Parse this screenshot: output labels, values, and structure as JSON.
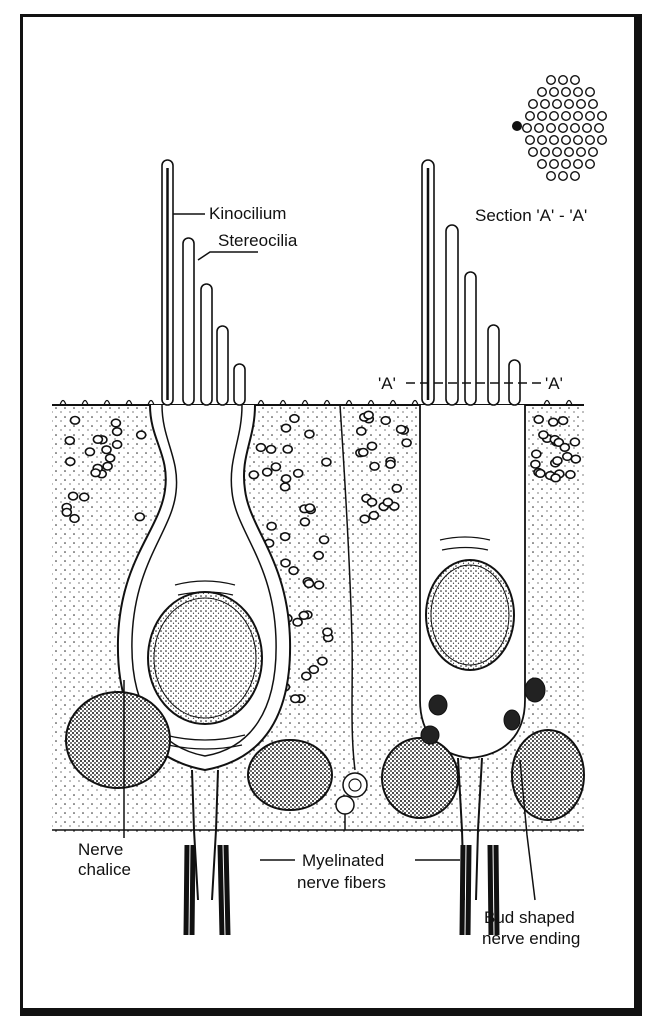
{
  "labels": {
    "kinocilium": "Kinocilium",
    "stereocilia": "Stereocilia",
    "section": "Section 'A' - 'A'",
    "a_left": "'A'",
    "a_right": "'A'",
    "nerve_chalice_1": "Nerve",
    "nerve_chalice_2": "chalice",
    "myelinated_1": "Myelinated",
    "myelinated_2": "nerve fibers",
    "bud_1": "Bud shaped",
    "bud_2": "nerve ending"
  },
  "colors": {
    "ink": "#111111",
    "paper": "#ffffff"
  }
}
